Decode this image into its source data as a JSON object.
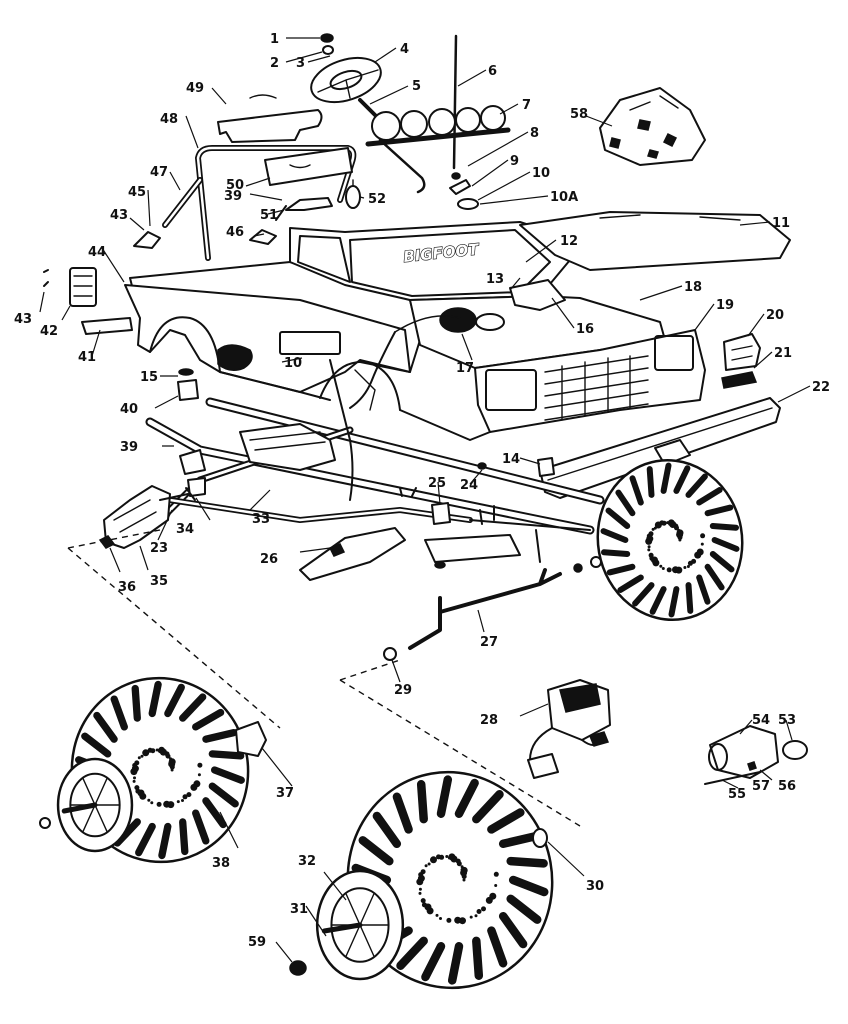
{
  "diagram": {
    "decal_text": "BIGFOOT",
    "callouts": [
      {
        "id": "c1",
        "text": "1"
      },
      {
        "id": "c2",
        "text": "2"
      },
      {
        "id": "c3",
        "text": "3"
      },
      {
        "id": "c4",
        "text": "4"
      },
      {
        "id": "c5",
        "text": "5"
      },
      {
        "id": "c6",
        "text": "6"
      },
      {
        "id": "c7",
        "text": "7"
      },
      {
        "id": "c8",
        "text": "8"
      },
      {
        "id": "c9",
        "text": "9"
      },
      {
        "id": "c10a",
        "text": "10"
      },
      {
        "id": "c10A",
        "text": "10A"
      },
      {
        "id": "c10b",
        "text": "10"
      },
      {
        "id": "c11",
        "text": "11"
      },
      {
        "id": "c12",
        "text": "12"
      },
      {
        "id": "c13",
        "text": "13"
      },
      {
        "id": "c14",
        "text": "14"
      },
      {
        "id": "c15",
        "text": "15"
      },
      {
        "id": "c16",
        "text": "16"
      },
      {
        "id": "c17",
        "text": "17"
      },
      {
        "id": "c18",
        "text": "18"
      },
      {
        "id": "c19",
        "text": "19"
      },
      {
        "id": "c20",
        "text": "20"
      },
      {
        "id": "c21",
        "text": "21"
      },
      {
        "id": "c22",
        "text": "22"
      },
      {
        "id": "c23",
        "text": "23"
      },
      {
        "id": "c24",
        "text": "24"
      },
      {
        "id": "c25",
        "text": "25"
      },
      {
        "id": "c26",
        "text": "26"
      },
      {
        "id": "c27",
        "text": "27"
      },
      {
        "id": "c28",
        "text": "28"
      },
      {
        "id": "c29",
        "text": "29"
      },
      {
        "id": "c30",
        "text": "30"
      },
      {
        "id": "c31",
        "text": "31"
      },
      {
        "id": "c32",
        "text": "32"
      },
      {
        "id": "c33",
        "text": "33"
      },
      {
        "id": "c34",
        "text": "34"
      },
      {
        "id": "c35",
        "text": "35"
      },
      {
        "id": "c36",
        "text": "36"
      },
      {
        "id": "c37",
        "text": "37"
      },
      {
        "id": "c38",
        "text": "38"
      },
      {
        "id": "c39a",
        "text": "39"
      },
      {
        "id": "c39b",
        "text": "39"
      },
      {
        "id": "c40",
        "text": "40"
      },
      {
        "id": "c41",
        "text": "41"
      },
      {
        "id": "c42",
        "text": "42"
      },
      {
        "id": "c43a",
        "text": "43"
      },
      {
        "id": "c43b",
        "text": "43"
      },
      {
        "id": "c44",
        "text": "44"
      },
      {
        "id": "c45",
        "text": "45"
      },
      {
        "id": "c46",
        "text": "46"
      },
      {
        "id": "c47",
        "text": "47"
      },
      {
        "id": "c48",
        "text": "48"
      },
      {
        "id": "c49",
        "text": "49"
      },
      {
        "id": "c50",
        "text": "50"
      },
      {
        "id": "c51",
        "text": "51"
      },
      {
        "id": "c52",
        "text": "52"
      },
      {
        "id": "c53",
        "text": "53"
      },
      {
        "id": "c54",
        "text": "54"
      },
      {
        "id": "c55",
        "text": "55"
      },
      {
        "id": "c56",
        "text": "56"
      },
      {
        "id": "c57",
        "text": "57"
      },
      {
        "id": "c58",
        "text": "58"
      },
      {
        "id": "c59",
        "text": "59"
      }
    ]
  }
}
